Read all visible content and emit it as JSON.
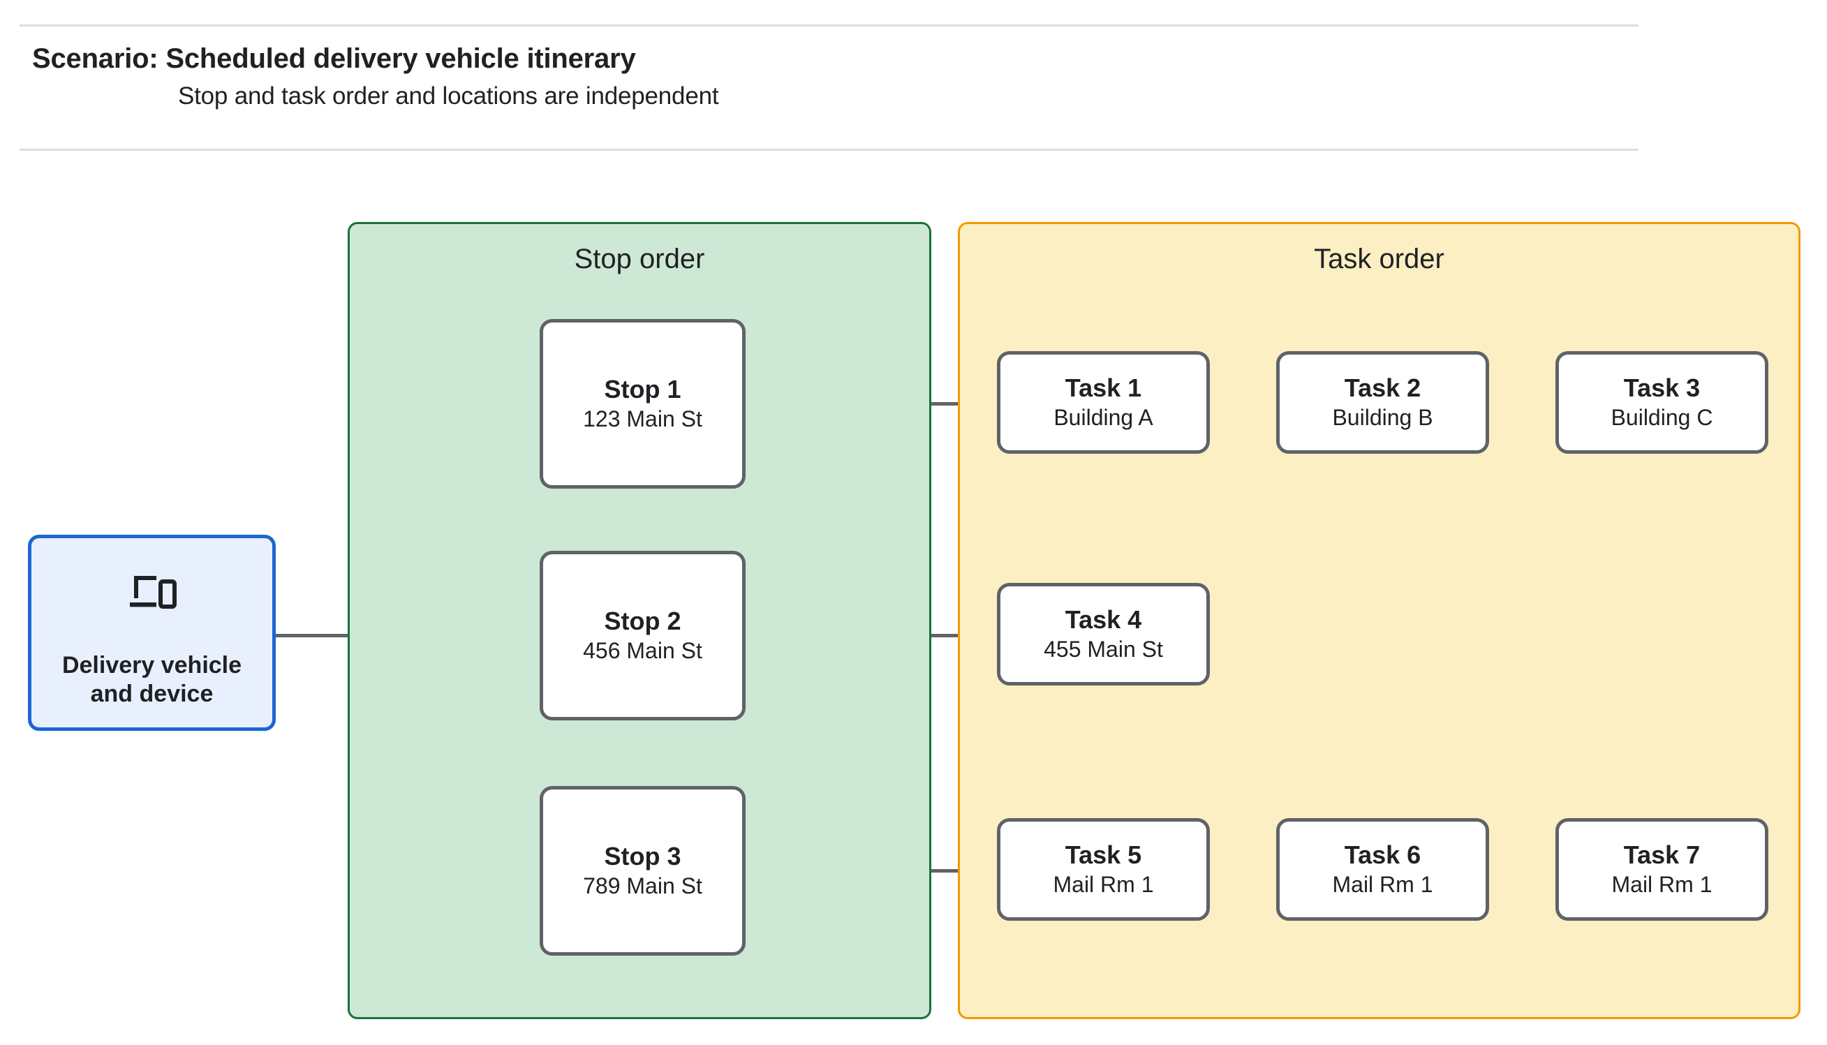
{
  "header": {
    "title": "Scenario: Scheduled delivery vehicle itinerary",
    "subtitle": "Stop and task order and locations are independent"
  },
  "vehicle": {
    "label": "Delivery vehicle\nand device",
    "icon": "devices-icon",
    "border_color": "#1967d2",
    "fill_color": "#e8f0fe"
  },
  "stop_panel": {
    "title": "Stop order",
    "fill_color": "#cee8d6",
    "border_color": "#17733c",
    "stops": [
      {
        "title": "Stop 1",
        "address": "123 Main St"
      },
      {
        "title": "Stop 2",
        "address": "456 Main St"
      },
      {
        "title": "Stop 3",
        "address": "789 Main St"
      }
    ]
  },
  "task_panel": {
    "title": "Task order",
    "fill_color": "#fcefc3",
    "border_color": "#f29900",
    "rows": [
      {
        "tasks": [
          {
            "title": "Task 1",
            "location": "Building A"
          },
          {
            "title": "Task 2",
            "location": "Building B"
          },
          {
            "title": "Task 3",
            "location": "Building C"
          }
        ]
      },
      {
        "tasks": [
          {
            "title": "Task 4",
            "location": "455 Main St"
          }
        ]
      },
      {
        "tasks": [
          {
            "title": "Task 5",
            "location": "Mail Rm 1"
          },
          {
            "title": "Task 6",
            "location": "Mail Rm 1"
          },
          {
            "title": "Task 7",
            "location": "Mail Rm 1"
          }
        ]
      }
    ]
  },
  "connector_color": "#5f6368"
}
